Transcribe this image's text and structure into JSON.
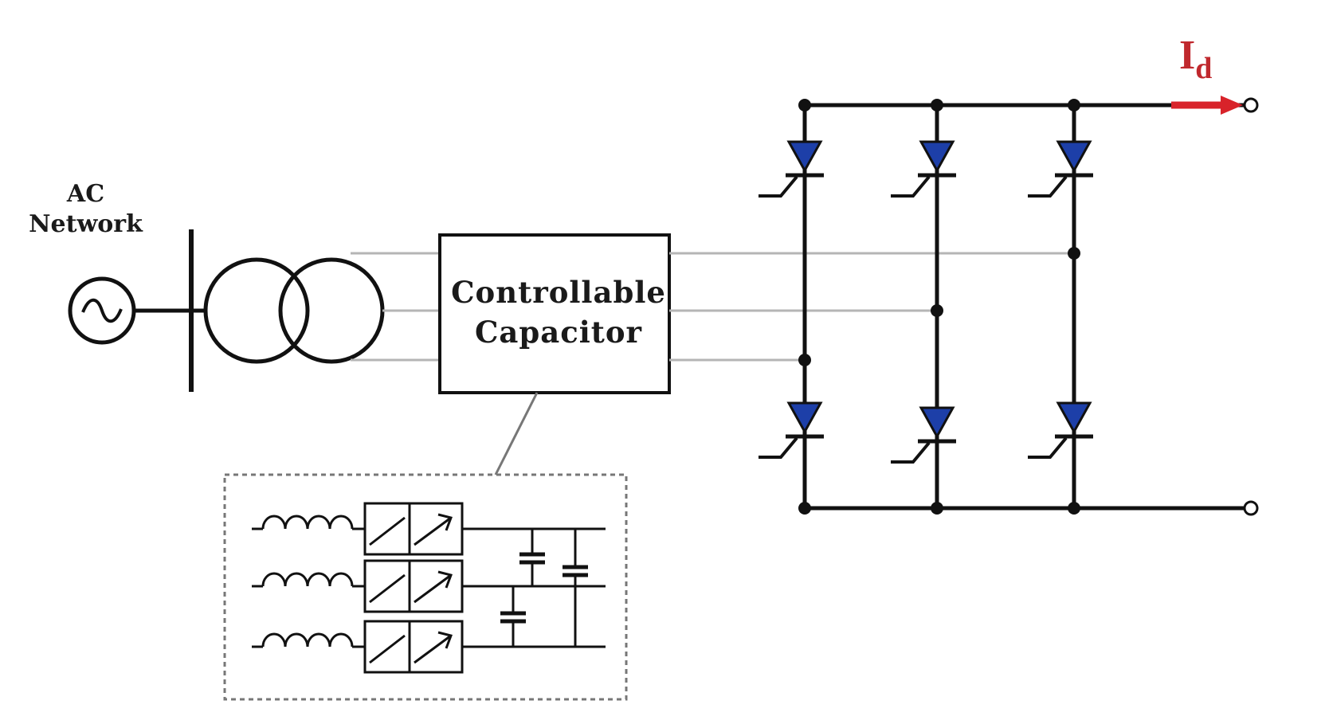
{
  "labels": {
    "ac_network_line1": "AC",
    "ac_network_line2": "Network",
    "capacitor_line1": "Controllable",
    "capacitor_line2": "Capacitor",
    "current_symbol": "I",
    "current_subscript": "d"
  },
  "colors": {
    "wire": "#111111",
    "phase_line": "#b5b5b5",
    "thyristor_fill": "#1d3fa8",
    "current_arrow": "#d8232a",
    "current_label": "#c0282d",
    "detail_border": "#777777"
  }
}
